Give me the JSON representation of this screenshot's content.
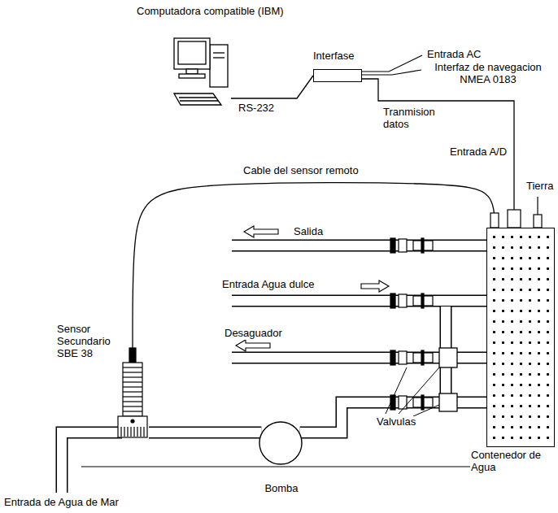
{
  "diagram": {
    "nodes": [
      {
        "text": [
          "Computadora compatible (IBM)"
        ]
      },
      {
        "text": [
          "Interfase"
        ]
      },
      {
        "text": [
          "Sensor Secundario SBE 38"
        ]
      },
      {
        "text": [
          "Bomba"
        ]
      },
      {
        "text": [
          "Contenedor de Agua"
        ]
      }
    ],
    "edges": [
      {
        "from": 0,
        "to": 1,
        "label": "RS-232",
        "arrow": "none"
      },
      {
        "from": 1,
        "to": 4,
        "label": "Tranmision datos",
        "arrow": "none"
      },
      {
        "from": 2,
        "to": 4,
        "label": "Cable del sensor remoto",
        "arrow": "none"
      },
      {
        "from": 2,
        "to": 3,
        "arrow": "none"
      },
      {
        "from": 3,
        "to": 4,
        "arrow": "none"
      }
    ],
    "labels": [
      "Entrada AC",
      "Interfaz de navegacion NMEA 0183",
      "Entrada A/D",
      "Tierra",
      "Salida",
      "Entrada Agua dulce",
      "Desaguador",
      "Valvulas",
      "Entrada de Agua de Mar"
    ]
  }
}
